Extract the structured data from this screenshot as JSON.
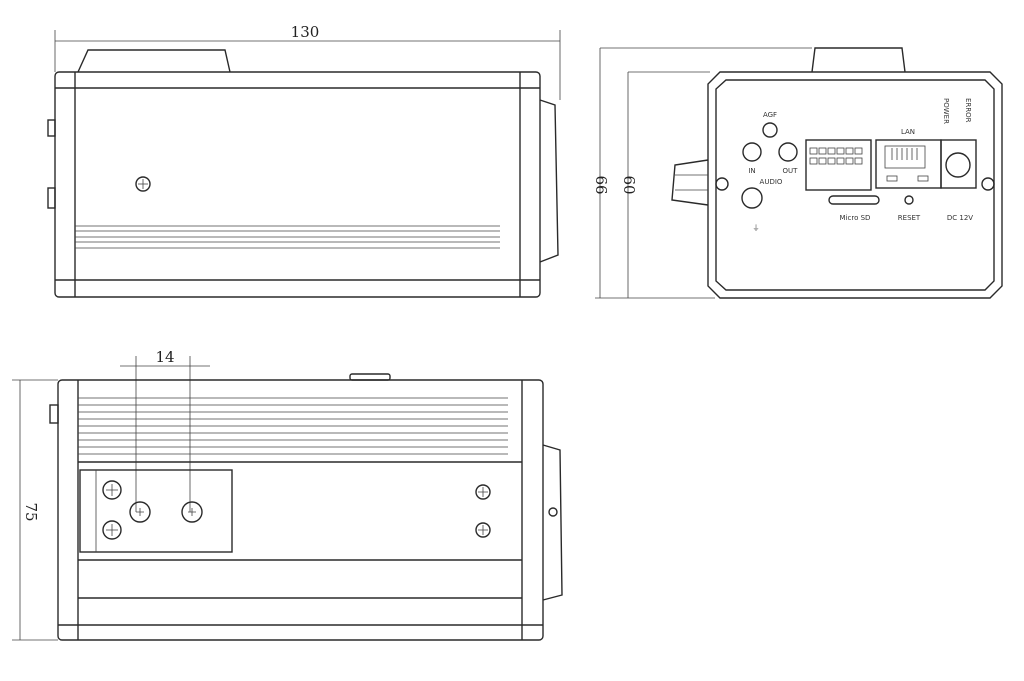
{
  "dimensions": {
    "length": "130",
    "height_outer": "66",
    "height_inner": "60",
    "mount_spacing": "14",
    "width": "75"
  },
  "rear_panel": {
    "agf": "AGF",
    "audio_in": "IN",
    "audio_out": "OUT",
    "audio": "AUDIO",
    "lan": "LAN",
    "power": "POWER",
    "error": "ERROR",
    "micro_sd": "Micro SD",
    "reset": "RESET",
    "dc": "DC 12V"
  }
}
